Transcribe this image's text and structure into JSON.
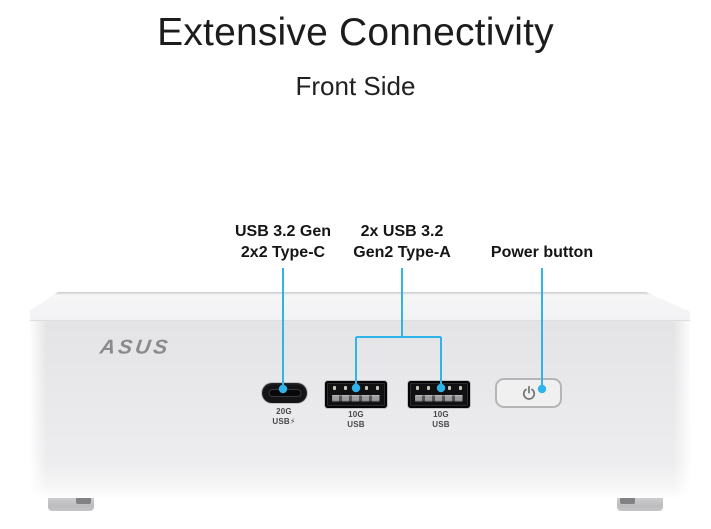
{
  "header": {
    "title": "Extensive Connectivity",
    "subtitle": "Front Side"
  },
  "callouts": {
    "usb_c": {
      "line1": "USB 3.2 Gen",
      "line2": "2x2 Type-C"
    },
    "usb_a": {
      "line1": "2x USB 3.2",
      "line2": "Gen2 Type-A"
    },
    "power": {
      "label": "Power button"
    }
  },
  "device": {
    "brand_logo": "ASUS",
    "port_captions": {
      "usb_c": {
        "line1": "20G",
        "line2": "USB⚡"
      },
      "usb_a1": {
        "line1": "10G",
        "line2": "USB"
      },
      "usb_a2": {
        "line1": "10G",
        "line2": "USB"
      }
    },
    "icons": {
      "power": "power-symbol"
    }
  },
  "colors": {
    "callout_accent": "#2fb3e8",
    "title_text": "#1c1c1e",
    "label_text": "#151517",
    "device_top_face": "#f6f6f7",
    "device_front_face": "#e9e9eb",
    "port_housing_black": "#141416",
    "power_icon_gray": "#6e6f72",
    "logo_gray": "#8a8a8d"
  }
}
